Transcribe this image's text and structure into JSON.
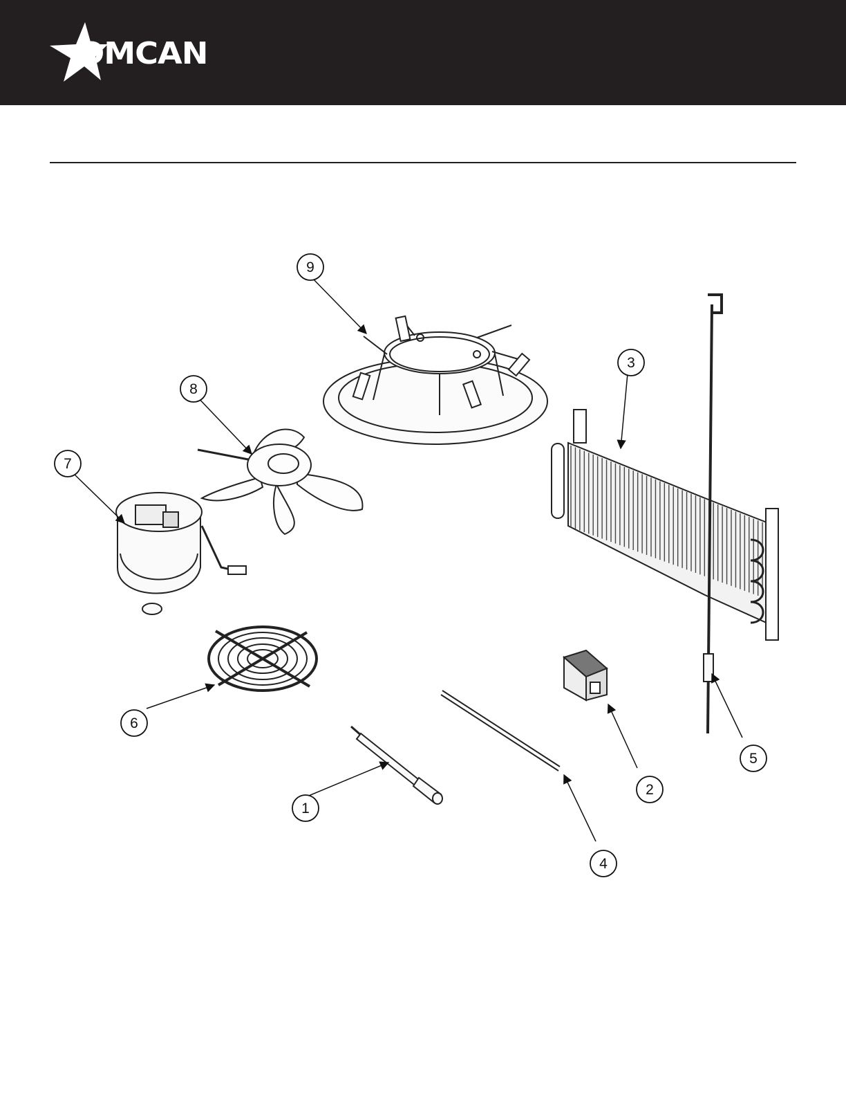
{
  "brand": {
    "logo_text": "OMCAN",
    "colors": {
      "header_bg": "#231f20",
      "logo": "#ffffff"
    }
  },
  "callouts": [
    "1",
    "2",
    "3",
    "4",
    "5",
    "6",
    "7",
    "8",
    "9"
  ]
}
